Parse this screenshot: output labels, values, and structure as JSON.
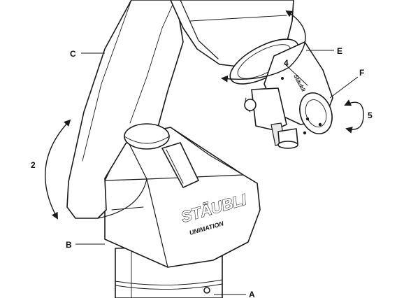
{
  "diagram": {
    "part_labels": {
      "A": "A",
      "B": "B",
      "C": "C",
      "E": "E",
      "F": "F"
    },
    "axis_labels": {
      "axis2": "2",
      "axis4": "4",
      "axis5": "5"
    },
    "branding": {
      "brand_name": "STÄUBLI",
      "brand_sub": "UNIMATION",
      "wrist_brand": "Stäubli"
    }
  }
}
